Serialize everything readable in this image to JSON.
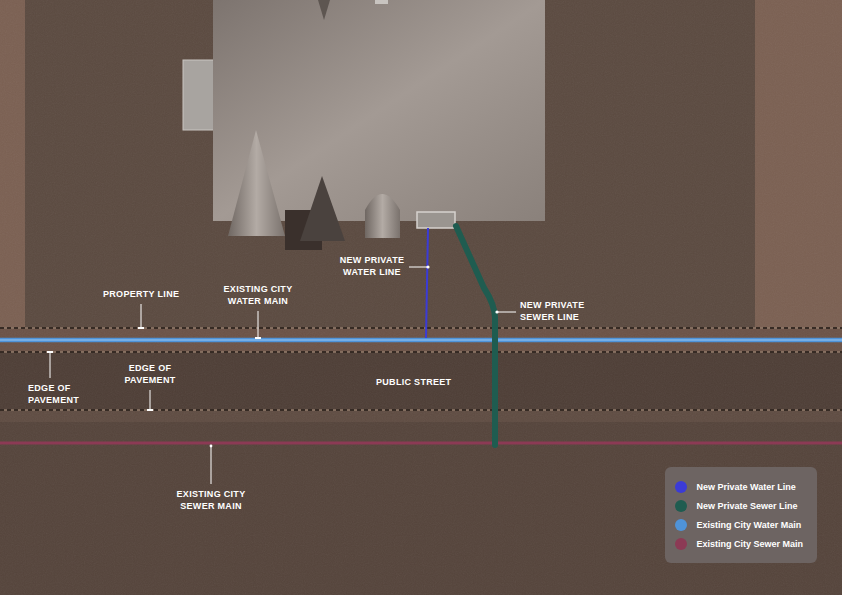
{
  "diagram": {
    "labels": [
      "NEW PRIVATE WATER LINE",
      "EXISTING CITY WATER MAIN",
      "PROPERTY LINE",
      "NEW PRIVATE SEWER LINE",
      "EDGE OF PAVEMENT",
      "PUBLIC STREET",
      "EDGE OF PAVEMENT",
      "EXISTING CITY SEWER MAIN"
    ],
    "legend": [
      {
        "text": "New Private Water Line",
        "color": "#3b3bd6"
      },
      {
        "text": "New Private Sewer Line",
        "color": "#1f5c50"
      },
      {
        "text": "Existing City Water Main",
        "color": "#4f93d8"
      },
      {
        "text": "Existing City Sewer Main",
        "color": "#8c3a55"
      }
    ]
  }
}
